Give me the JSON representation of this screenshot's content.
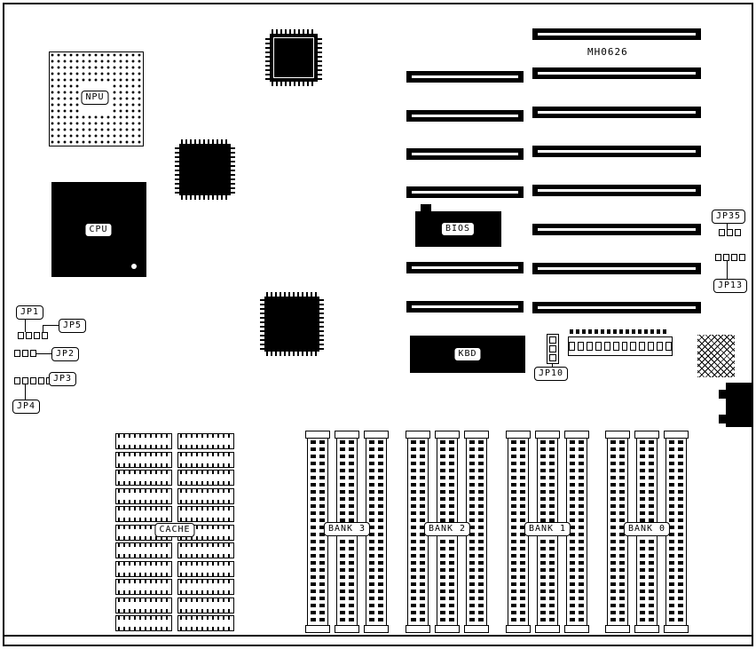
{
  "board": {
    "part_number": "MH0626",
    "chips": {
      "npu": "NPU",
      "cpu": "CPU",
      "bios": "BIOS",
      "kbd": "KBD"
    },
    "cache": {
      "label": "CACHE",
      "rows": 11,
      "cols": 2
    },
    "isa_slots": {
      "left_count": 6,
      "right_count": 8
    },
    "banks": [
      {
        "label": "BANK 3"
      },
      {
        "label": "BANK 2"
      },
      {
        "label": "BANK 1"
      },
      {
        "label": "BANK 0"
      }
    ],
    "jumpers": [
      {
        "id": "jp1",
        "label": "JP1",
        "pins": 4,
        "orient": "h"
      },
      {
        "id": "jp5",
        "label": "JP5",
        "pins": 0,
        "orient": "h"
      },
      {
        "id": "jp2",
        "label": "JP2",
        "pins": 3,
        "orient": "h"
      },
      {
        "id": "jp3",
        "label": "JP3",
        "pins": 6,
        "orient": "h"
      },
      {
        "id": "jp4",
        "label": "JP4",
        "pins": 0,
        "orient": "h"
      },
      {
        "id": "jp10",
        "label": "JP10",
        "pins": 3,
        "orient": "v"
      },
      {
        "id": "jp35",
        "label": "JP35",
        "pins": 3,
        "orient": "h"
      },
      {
        "id": "jp13",
        "label": "JP13",
        "pins": 4,
        "orient": "h"
      }
    ],
    "header": {
      "top_pins": 16,
      "bottom_pins": 12
    },
    "colors": {
      "line": "#000000",
      "background": "#ffffff"
    }
  }
}
